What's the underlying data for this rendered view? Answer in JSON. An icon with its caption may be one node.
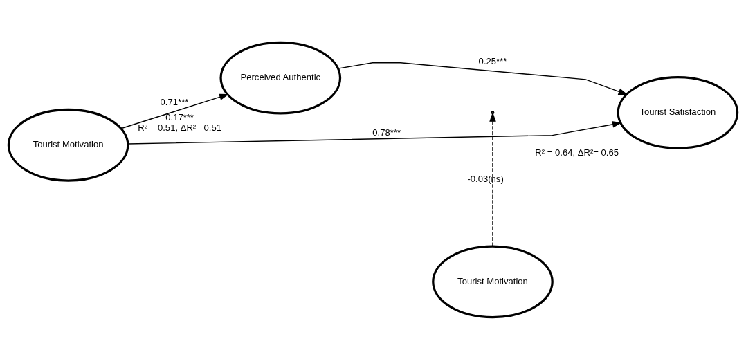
{
  "diagram": {
    "nodes": [
      {
        "text": [
          "Tourist Motivation"
        ]
      },
      {
        "text": [
          "Perceived Authentic"
        ],
        "beside": [
          "0.17***",
          "R² = 0.51, ΔR²= 0.51"
        ]
      },
      {
        "text": [
          "Tourist Satisfaction"
        ],
        "beside": [
          "R² = 0.64, ΔR²= 0.65"
        ]
      },
      {
        "text": [
          "Tourist Motivation"
        ]
      }
    ],
    "edges": [
      {
        "from": 0,
        "to": 2,
        "arrow": "to",
        "label": "0.78***"
      },
      {
        "from": 0,
        "to": 1,
        "arrow": "to",
        "label": "0.71***"
      },
      {
        "from": 1,
        "to": 2,
        "arrow": "to",
        "label": "0.25***"
      },
      {
        "from": 3,
        "to": null,
        "arrow": "to",
        "label": "-0.03(ns)",
        "style": "dashed"
      }
    ]
  }
}
